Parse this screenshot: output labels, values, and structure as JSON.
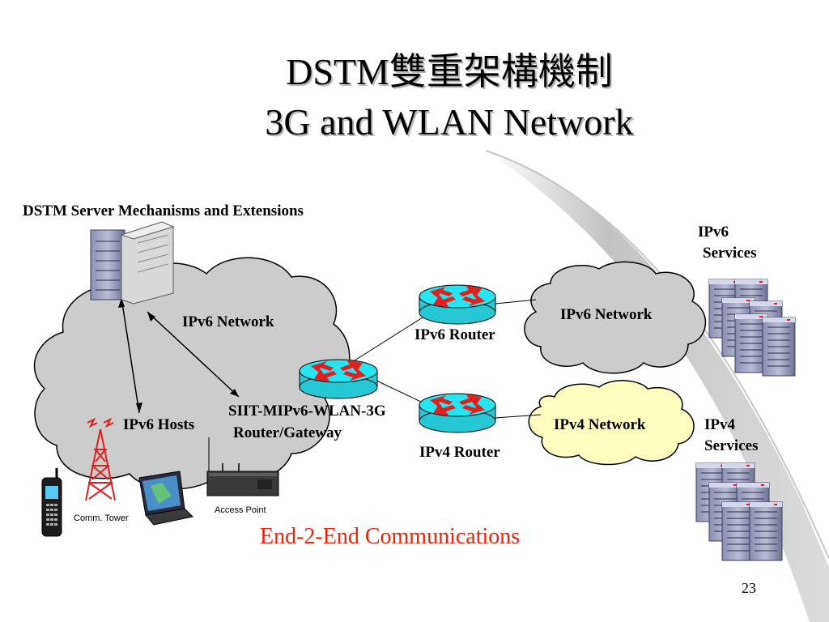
{
  "title": {
    "line1": "DSTM雙重架構機制",
    "line2": "3G and WLAN Network"
  },
  "labels": {
    "server_mechanisms": "DSTM Server Mechanisms and Extensions",
    "ipv6_network_left": "IPv6 Network",
    "ipv6_network_right": "IPv6 Network",
    "ipv4_network": "IPv4 Network",
    "ipv6_router": "IPv6 Router",
    "ipv4_router": "IPv4 Router",
    "gateway_line1": "SIIT-MIPv6-WLAN-3G",
    "gateway_line2": "Router/Gateway",
    "ipv6_hosts": "IPv6 Hosts",
    "comm_tower": "Comm. Tower",
    "access_point": "Access Point",
    "ipv6_services_line1": "IPv6",
    "ipv6_services_line2": "Services",
    "ipv4_services_line1": "IPv4",
    "ipv4_services_line2": "Services"
  },
  "footer": {
    "end_to_end": "End-2-End Communications",
    "page_number": "23"
  },
  "colors": {
    "cloud_gray": "#c8c8c8",
    "cloud_yellow": "#ffffc0",
    "router_cyan": "#27e5f0",
    "arrow_red": "#e02020",
    "accent_text": "#e8260c"
  }
}
